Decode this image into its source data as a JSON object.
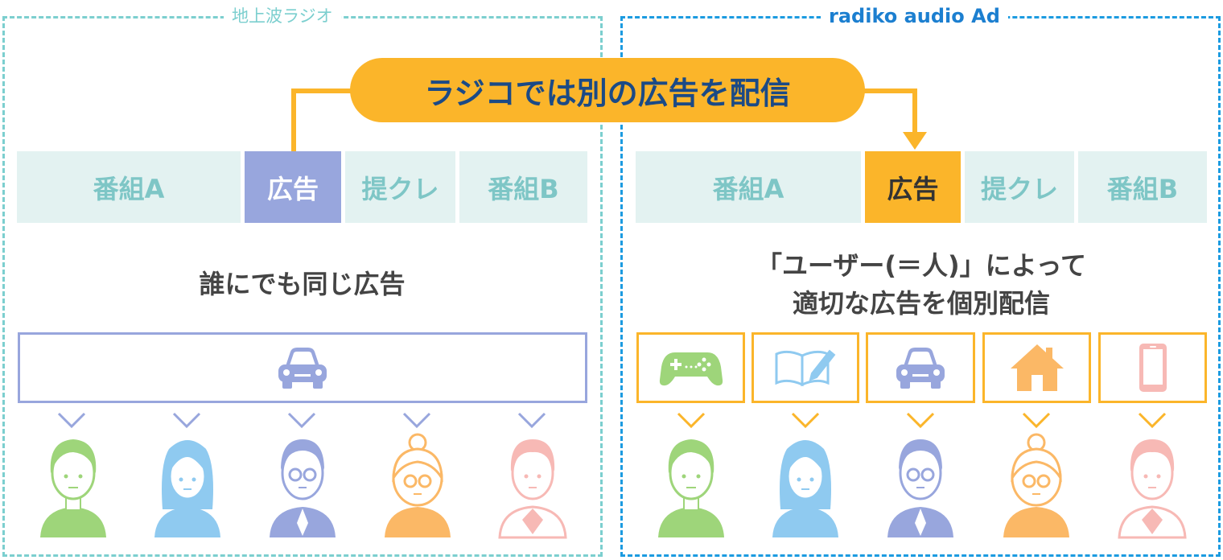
{
  "left_panel": {
    "title": "地上波ラジオ",
    "segments": [
      "番組A",
      "広告",
      "提クレ",
      "番組B"
    ],
    "caption": "誰にでも同じ広告",
    "ad_icon": "car-icon",
    "audience": [
      "person-green",
      "person-blue",
      "person-navy",
      "person-orange",
      "person-pink"
    ]
  },
  "right_panel": {
    "title": "radiko audio Ad",
    "segments": [
      "番組A",
      "広告",
      "提クレ",
      "番組B"
    ],
    "caption_line1": "「ユーザー(＝人)」によって",
    "caption_line2": "適切な広告を個別配信",
    "ad_icons": [
      "gamepad-icon",
      "book-pen-icon",
      "car-icon",
      "house-icon",
      "smartphone-icon"
    ],
    "audience": [
      "person-green",
      "person-blue",
      "person-navy",
      "person-orange",
      "person-pink"
    ]
  },
  "banner": {
    "text": "ラジコでは別の広告を配信"
  },
  "colors": {
    "left_border": "#7ccfcf",
    "right_border": "#1c9be0",
    "accent_orange": "#fbb52a",
    "left_ad": "#98a6dd",
    "segment_bg": "#e3f2f1",
    "segment_text": "#7ec6c6",
    "banner_text": "#1b4a86"
  }
}
